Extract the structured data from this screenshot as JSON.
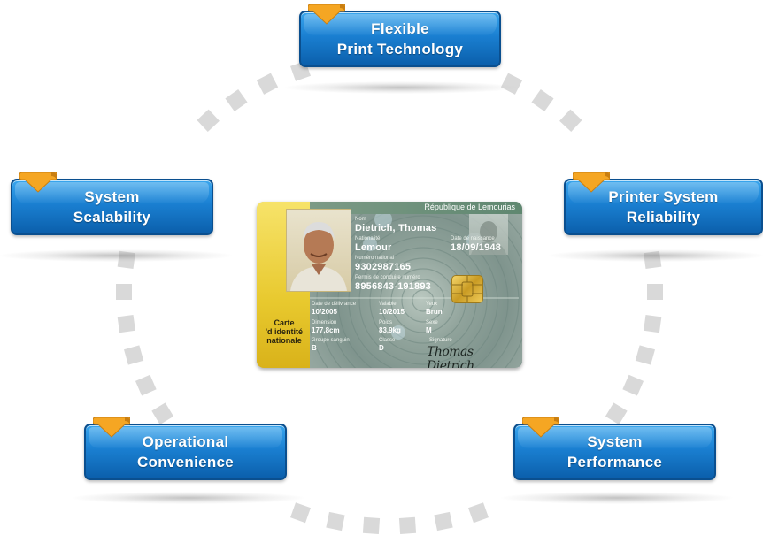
{
  "colors": {
    "node_top": "#39a6ee",
    "node_bottom": "#0b5fab",
    "node_border": "#0a4f8f",
    "tab_orange": "#f5a623",
    "ring_dots": "#d9d9d9"
  },
  "nodes": [
    {
      "id": "flexible-print-technology",
      "lines": [
        "Flexible",
        "Print Technology"
      ]
    },
    {
      "id": "system-scalability",
      "lines": [
        "System",
        "Scalability"
      ]
    },
    {
      "id": "printer-system-reliability",
      "lines": [
        "Printer System",
        "Reliability"
      ]
    },
    {
      "id": "operational-convenience",
      "lines": [
        "Operational",
        "Convenience"
      ]
    },
    {
      "id": "system-performance",
      "lines": [
        "System",
        "Performance"
      ]
    }
  ],
  "card": {
    "country": "République de Lemourias",
    "name_label": "Nom",
    "name": "Dietrich, Thomas",
    "nationality_label": "Nationalité",
    "nationality": "Lemour",
    "birth_label": "Date de naissance",
    "birth_date": "18/09/1948",
    "national_number_label": "Numéro national",
    "national_number": "9302987165",
    "license_label": "Permis de conduire numéro",
    "license_number": "8956843-191893",
    "issue_label": "Date de délivrance",
    "issue_date": "10/2005",
    "valid_label": "Valable",
    "valid_date": "10/2015",
    "eyes_label": "Yeux",
    "eyes": "Brun",
    "height_label": "Dimension",
    "height": "177,8cm",
    "weight_label": "Poids",
    "weight": "83,9kg",
    "sex_label": "Sexe",
    "sex": "M",
    "blood_label": "Groupe sanguin",
    "blood": "B",
    "class_label": "Classe",
    "class": "D",
    "signature_label": "Signature",
    "signature": "Thomas Dietrich",
    "id_label_lines": [
      "Carte",
      "'d identité",
      "nationale"
    ]
  }
}
